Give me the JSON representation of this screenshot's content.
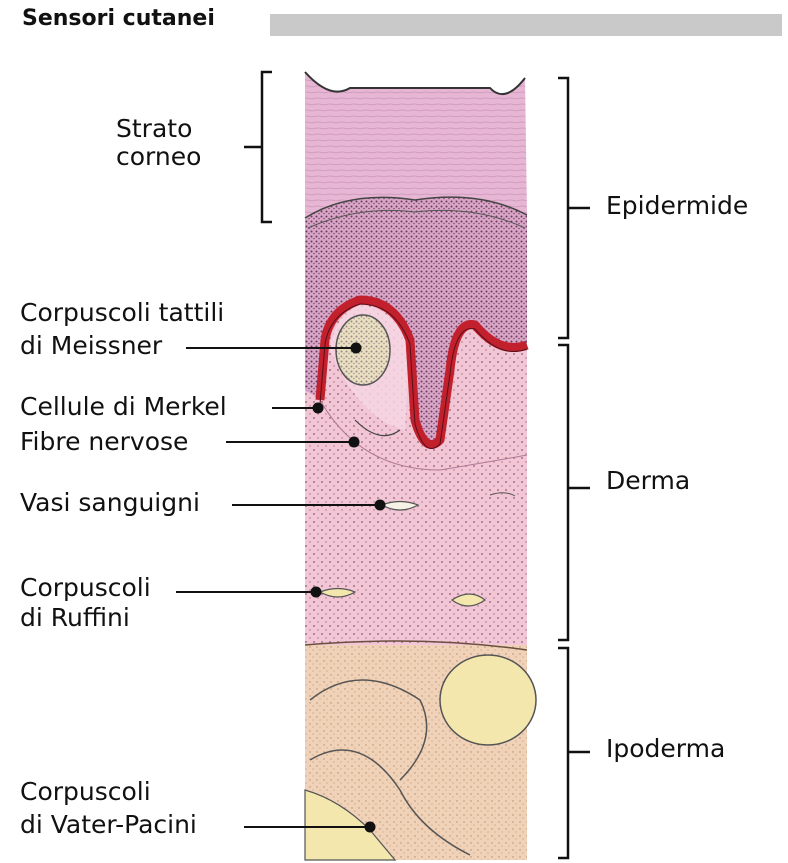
{
  "title": "Sensori cutanei",
  "colors": {
    "epidermis": "#e8b8d8",
    "dermis": "#f2c3d0",
    "hypodermis": "#f1d3b8",
    "fat": "#f5e9b0",
    "nerve_ending": "#c2202c",
    "title_bar": "#c9c9c9"
  },
  "labels": {
    "strato_corneo": [
      "Strato",
      "corneo"
    ],
    "meissner": [
      "Corpuscoli tattili",
      "di Meissner"
    ],
    "merkel": "Cellule di Merkel",
    "fibre": "Fibre nervose",
    "vasi": "Vasi sanguigni",
    "ruffini": [
      "Corpuscoli",
      "di Ruffini"
    ],
    "pacini": [
      "Corpuscoli",
      "di Vater-Pacini"
    ]
  },
  "layers": {
    "epidermide": "Epidermide",
    "derma": "Derma",
    "ipoderma": "Ipoderma"
  }
}
